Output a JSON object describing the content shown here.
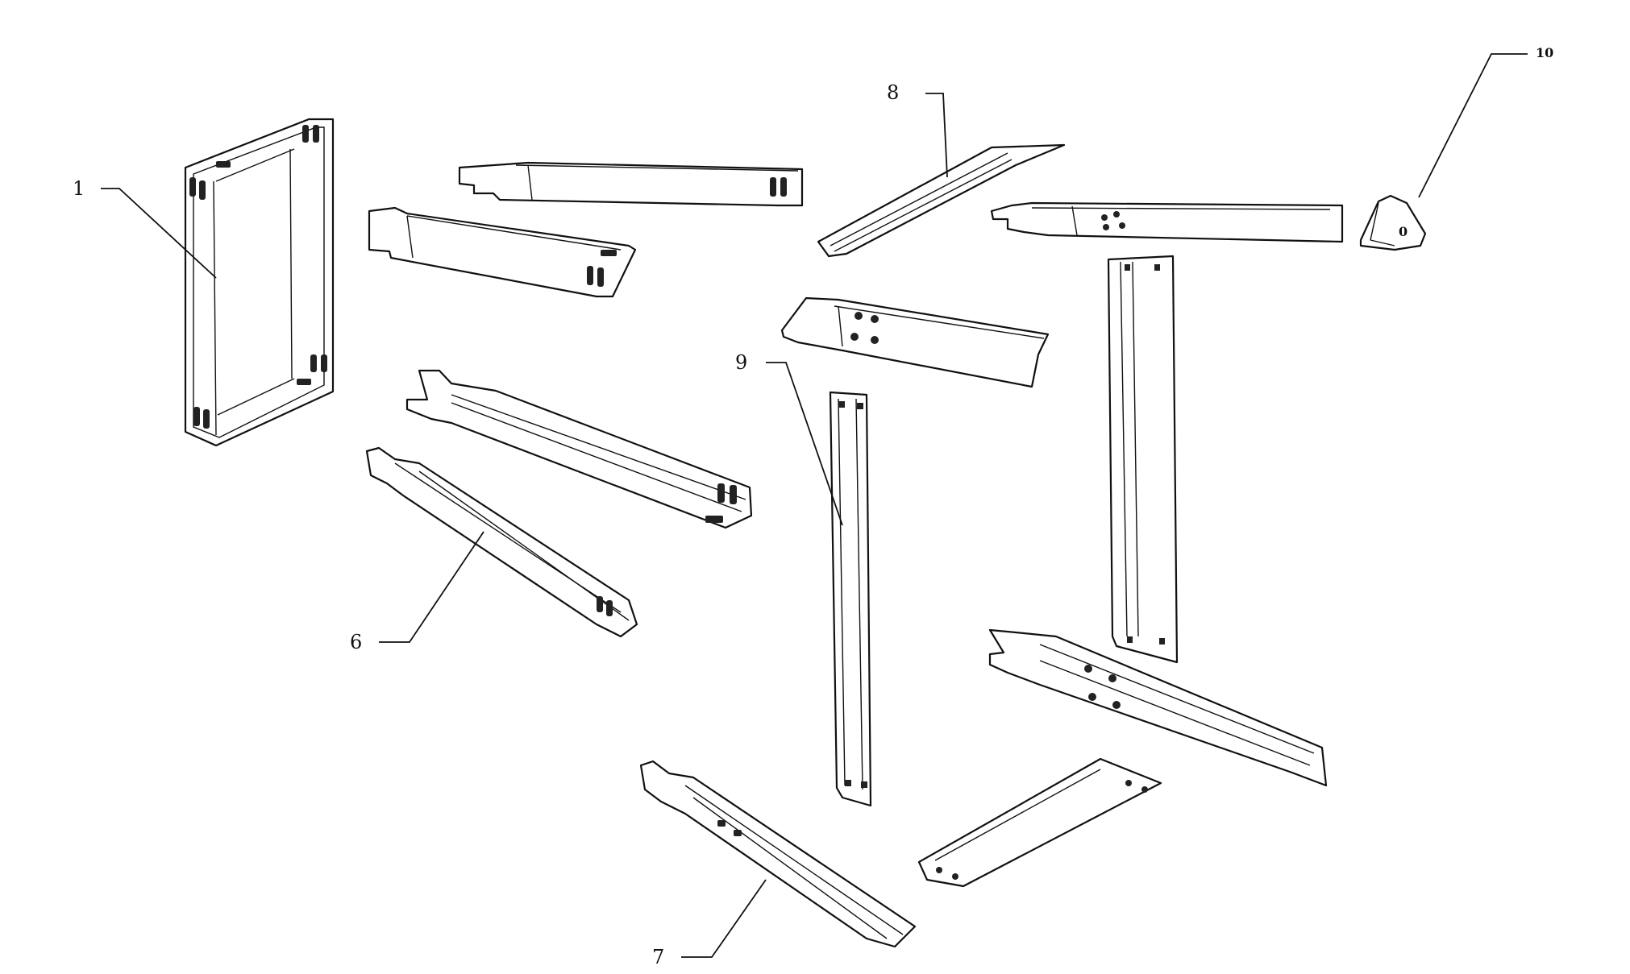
{
  "diagram": {
    "callouts": [
      {
        "id": "part-1",
        "text": "1"
      },
      {
        "id": "part-6",
        "text": "6"
      },
      {
        "id": "part-7",
        "text": "7"
      },
      {
        "id": "part-8",
        "text": "8"
      },
      {
        "id": "part-9",
        "text": "9"
      },
      {
        "id": "part-10",
        "text": "10"
      }
    ],
    "cap_mark": "0",
    "colors": {
      "ink": "#111111",
      "paper": "#ffffff"
    }
  }
}
